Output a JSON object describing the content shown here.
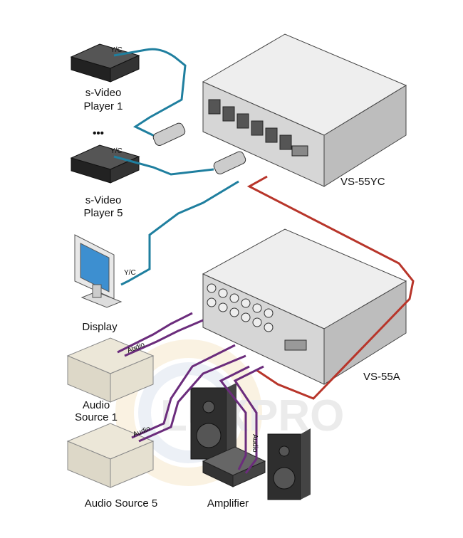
{
  "labels": {
    "yc_player1": "Y/C",
    "yc_player5": "Y/C",
    "yc_display": "Y/C",
    "player1_line1": "s-Video",
    "player1_line2": "Player 1",
    "ellipsis": "•••",
    "player5_line1": "s-Video",
    "player5_line2": "Player 5",
    "display": "Display",
    "vs55yc": "VS-55YC",
    "vs55a": "VS-55A",
    "audio1": "Audio",
    "audio5": "Audio",
    "audio_amp": "Audio",
    "source1_line1": "Audio",
    "source1_line2": "Source 1",
    "source5": "Audio Source 5",
    "amplifier": "Amplifier",
    "watermark": "LUXPRO"
  },
  "colors": {
    "video_cable": "#1f7f9f",
    "control_cable": "#b8352a",
    "audio_cable": "#6b2c7c",
    "device_body": "#d9d9d9"
  }
}
